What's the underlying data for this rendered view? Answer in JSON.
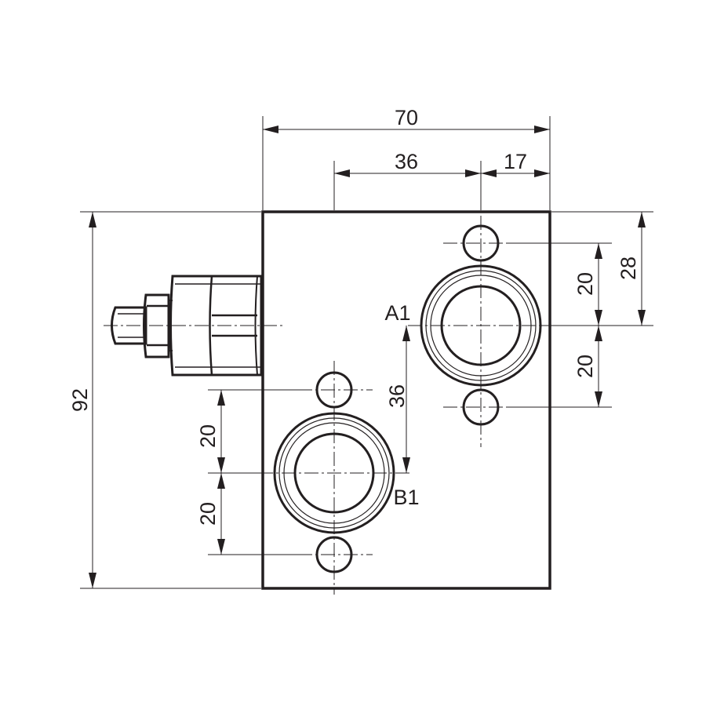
{
  "colors": {
    "ink": "#231f20",
    "background": "#ffffff"
  },
  "dimensions": {
    "overall_width": "70",
    "port_spacing": "36",
    "right_offset": "17",
    "overall_height": "92",
    "a1_top_offset": "28",
    "a1_upper_bolt": "20",
    "a1_lower_bolt": "20",
    "b1_upper_bolt": "20",
    "b1_lower_bolt": "20",
    "vertical_port_spacing": "36"
  },
  "ports": {
    "a1": "A1",
    "b1": "B1"
  }
}
